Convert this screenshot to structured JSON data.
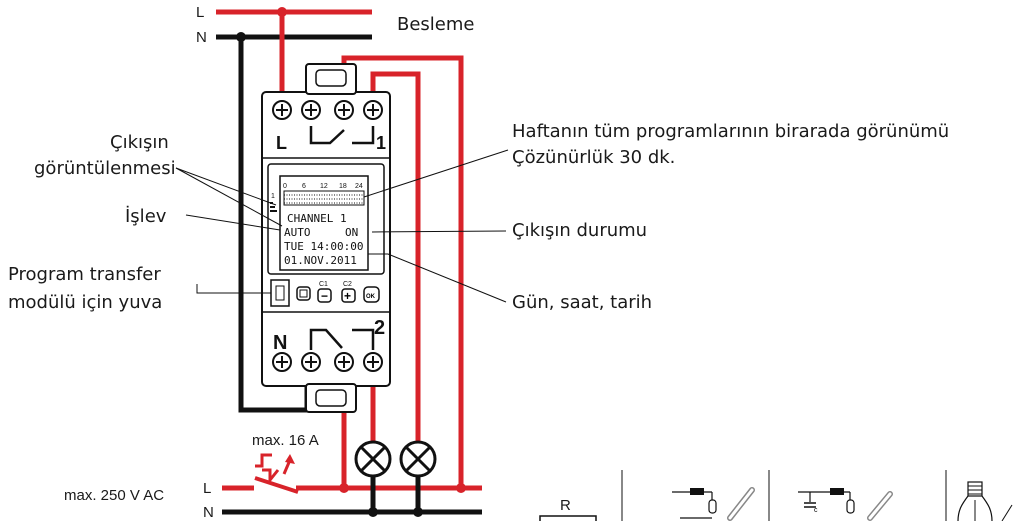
{
  "supply": {
    "l_label": "L",
    "n_label": "N",
    "title": "Besleme"
  },
  "callouts": {
    "output_display": [
      "Çıkışın",
      "görüntülenmesi"
    ],
    "function": "İşlev",
    "program_slot": [
      "Program transfer",
      "modülü için yuva"
    ],
    "week_overview": [
      "Haftanın tüm programlarının birarada görünümü",
      "Çözünürlük 30 dk."
    ],
    "output_status": "Çıkışın durumu",
    "day_time_date": "Gün, saat, tarih"
  },
  "device": {
    "top_terminals": {
      "left": "L",
      "right": "1"
    },
    "bottom_terminals": {
      "left": "N",
      "right": "2"
    },
    "bar_ticks": [
      "0",
      "6",
      "12",
      "18",
      "24"
    ],
    "lcd_lines": [
      "CHANNEL 1",
      "AUTO",
      "ON",
      "TUE 14:00:00",
      "01.NOV.2011"
    ],
    "channel_marker": "1",
    "buttons": {
      "c1_label": "C1",
      "c2_label": "C2",
      "minus": "−",
      "plus": "+",
      "ok": "OK"
    }
  },
  "bottom": {
    "max_current": "max. 16 A",
    "max_voltage": "max. 250 V AC",
    "l_label": "L",
    "n_label": "N",
    "resistor_label": "R",
    "capacitor_label": "c"
  },
  "colors": {
    "live_wire": "#d8232a",
    "neutral_wire": "#111111"
  }
}
